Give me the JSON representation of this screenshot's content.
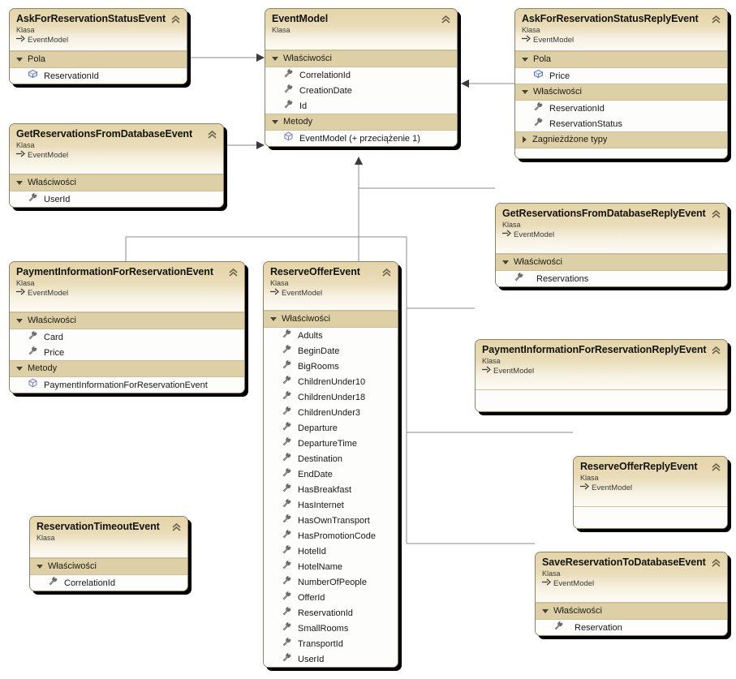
{
  "diagram": {
    "kind_label": "Klasa",
    "section_properties": "Właściwości",
    "section_fields": "Pola",
    "section_methods": "Metody",
    "section_nested": "Zagnieżdżone typy",
    "colors": {
      "header_top": "#e4d4a8",
      "header_bottom": "#fdfbf5",
      "section_band": "#ddcfa6",
      "border": "#8d8164",
      "connector": "#8b8b8b",
      "member_text": "#17171a"
    },
    "icons": {
      "property": "wrench-icon",
      "field": "cube-icon",
      "method": "method-cube-icon",
      "base": "inheritance-arrow-icon",
      "collapse": "double-chevron-up-icon"
    }
  },
  "classes": [
    {
      "id": "ask-for-reservation-status-event",
      "title": "AskForReservationStatusEvent",
      "kind": "Klasa",
      "base": "EventModel",
      "sections": [
        {
          "label": "Pola",
          "expanded": true,
          "members": [
            {
              "name": "ReservationId",
              "icon": "field"
            }
          ]
        }
      ]
    },
    {
      "id": "event-model",
      "title": "EventModel",
      "kind": "Klasa",
      "base": "",
      "sections": [
        {
          "label": "Właściwości",
          "expanded": true,
          "members": [
            {
              "name": "CorrelationId",
              "icon": "property"
            },
            {
              "name": "CreationDate",
              "icon": "property"
            },
            {
              "name": "Id",
              "icon": "property"
            }
          ]
        },
        {
          "label": "Metody",
          "expanded": true,
          "members": [
            {
              "name": "EventModel (+ przeciążenie 1)",
              "icon": "method"
            }
          ]
        }
      ]
    },
    {
      "id": "ask-for-reservation-status-reply-event",
      "title": "AskForReservationStatusReplyEvent",
      "kind": "Klasa",
      "base": "EventModel",
      "sections": [
        {
          "label": "Pola",
          "expanded": true,
          "members": [
            {
              "name": "Price",
              "icon": "field"
            }
          ]
        },
        {
          "label": "Właściwości",
          "expanded": true,
          "members": [
            {
              "name": "ReservationId",
              "icon": "property"
            },
            {
              "name": "ReservationStatus",
              "icon": "property"
            }
          ]
        },
        {
          "label": "Zagnieżdżone typy",
          "expanded": false,
          "members": []
        }
      ]
    },
    {
      "id": "get-reservations-from-database-event",
      "title": "GetReservationsFromDatabaseEvent",
      "kind": "Klasa",
      "base": "EventModel",
      "sections": [
        {
          "label": "Właściwości",
          "expanded": true,
          "members": [
            {
              "name": "UserId",
              "icon": "property"
            }
          ]
        }
      ]
    },
    {
      "id": "get-reservations-from-database-reply-event",
      "title": "GetReservationsFromDatabaseReplyEvent",
      "kind": "Klasa",
      "base": "EventModel",
      "sections": [
        {
          "label": "Właściwości",
          "expanded": true,
          "members": [
            {
              "name": "Reservations",
              "icon": "property"
            }
          ]
        }
      ]
    },
    {
      "id": "payment-information-for-reservation-event",
      "title": "PaymentInformationForReservationEvent",
      "kind": "Klasa",
      "base": "EventModel",
      "sections": [
        {
          "label": "Właściwości",
          "expanded": true,
          "members": [
            {
              "name": "Card",
              "icon": "property"
            },
            {
              "name": "Price",
              "icon": "property"
            }
          ]
        },
        {
          "label": "Metody",
          "expanded": true,
          "members": [
            {
              "name": "PaymentInformationForReservationEvent",
              "icon": "method"
            }
          ]
        }
      ]
    },
    {
      "id": "reserve-offer-event",
      "title": "ReserveOfferEvent",
      "kind": "Klasa",
      "base": "EventModel",
      "sections": [
        {
          "label": "Właściwości",
          "expanded": true,
          "members": [
            {
              "name": "Adults",
              "icon": "property"
            },
            {
              "name": "BeginDate",
              "icon": "property"
            },
            {
              "name": "BigRooms",
              "icon": "property"
            },
            {
              "name": "ChildrenUnder10",
              "icon": "property"
            },
            {
              "name": "ChildrenUnder18",
              "icon": "property"
            },
            {
              "name": "ChildrenUnder3",
              "icon": "property"
            },
            {
              "name": "Departure",
              "icon": "property"
            },
            {
              "name": "DepartureTime",
              "icon": "property"
            },
            {
              "name": "Destination",
              "icon": "property"
            },
            {
              "name": "EndDate",
              "icon": "property"
            },
            {
              "name": "HasBreakfast",
              "icon": "property"
            },
            {
              "name": "HasInternet",
              "icon": "property"
            },
            {
              "name": "HasOwnTransport",
              "icon": "property"
            },
            {
              "name": "HasPromotionCode",
              "icon": "property"
            },
            {
              "name": "HotelId",
              "icon": "property"
            },
            {
              "name": "HotelName",
              "icon": "property"
            },
            {
              "name": "NumberOfPeople",
              "icon": "property"
            },
            {
              "name": "OfferId",
              "icon": "property"
            },
            {
              "name": "ReservationId",
              "icon": "property"
            },
            {
              "name": "SmallRooms",
              "icon": "property"
            },
            {
              "name": "TransportId",
              "icon": "property"
            },
            {
              "name": "UserId",
              "icon": "property"
            }
          ]
        }
      ]
    },
    {
      "id": "payment-information-for-reservation-reply-event",
      "title": "PaymentInformationForReservationReplyEvent",
      "kind": "Klasa",
      "base": "EventModel",
      "sections": []
    },
    {
      "id": "reserve-offer-reply-event",
      "title": "ReserveOfferReplyEvent",
      "kind": "Klasa",
      "base": "EventModel",
      "sections": []
    },
    {
      "id": "save-reservation-to-database-event",
      "title": "SaveReservationToDatabaseEvent",
      "kind": "Klasa",
      "base": "EventModel",
      "sections": [
        {
          "label": "Właściwości",
          "expanded": true,
          "members": [
            {
              "name": "Reservation",
              "icon": "property"
            }
          ]
        }
      ]
    },
    {
      "id": "reservation-timeout-event",
      "title": "ReservationTimeoutEvent",
      "kind": "Klasa",
      "base": "",
      "sections": [
        {
          "label": "Właściwości",
          "expanded": true,
          "members": [
            {
              "name": "CorrelationId",
              "icon": "property"
            }
          ]
        }
      ]
    }
  ]
}
